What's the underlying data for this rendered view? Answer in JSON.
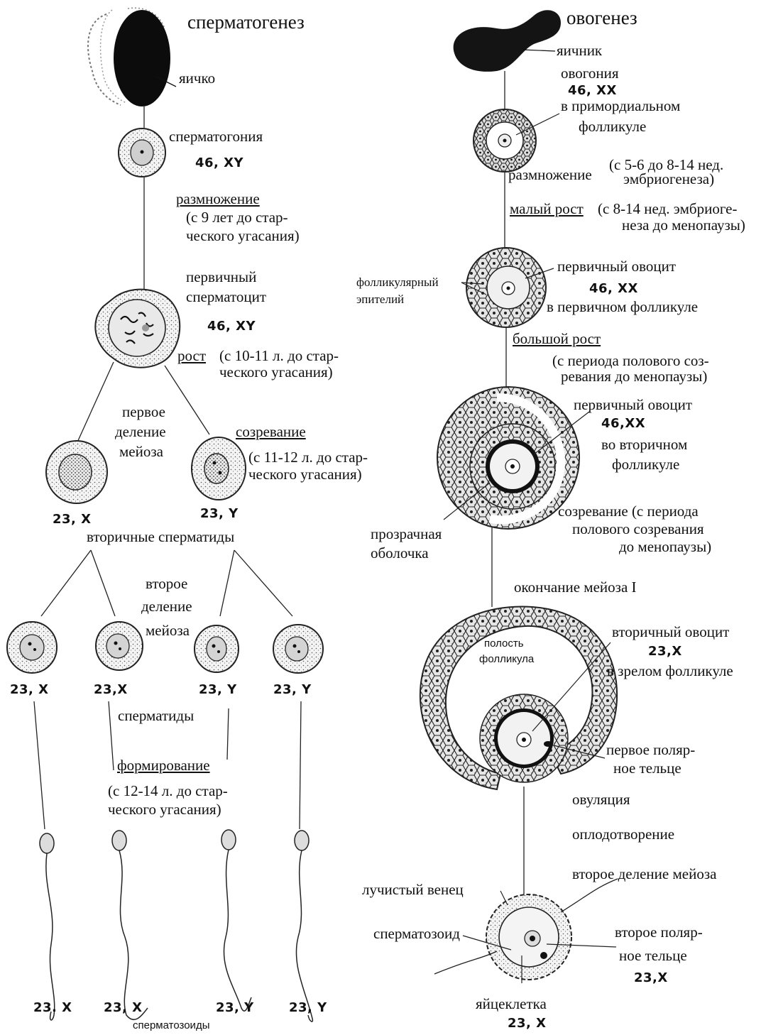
{
  "titles": {
    "left": "сперматогенез",
    "right": "овогенез"
  },
  "sperm": {
    "testis": "яичко",
    "spermatogonia": "сперматогония",
    "kar_spermatogonia": "46, XY",
    "reproduction": "размножение",
    "reproduction_note_1": "(с 9 лет до стар-",
    "reproduction_note_2": "ческого угасания)",
    "primary_1": "первичный",
    "primary_2": "сперматоцит",
    "kar_primary": "46, XY",
    "growth": "рост",
    "growth_note_1": "(с 10-11 л. до стар-",
    "growth_note_2": "ческого угасания)",
    "first_div_1": "первое",
    "first_div_2": "деление",
    "first_div_3": "мейоза",
    "maturation": "созревание",
    "maturation_note_1": "(с 11-12 л. до стар-",
    "maturation_note_2": "ческого угасания)",
    "kar_sec_x": "23, X",
    "kar_sec_y": "23, Y",
    "secondary": "вторичные сперматиды",
    "second_div_1": "второе",
    "second_div_2": "деление",
    "second_div_3": "мейоза",
    "kar_t1": "23, X",
    "kar_t2": "23,X",
    "kar_t3": "23, Y",
    "kar_t4": "23, Y",
    "spermatids": "сперматиды",
    "formation": "формирование",
    "formation_note_1": "(с 12-14 л. до стар-",
    "formation_note_2": "ческого угасания)",
    "kar_z1": "23. X",
    "kar_z2": "23, X",
    "kar_z3": "23, Y",
    "kar_z4": "23, Y",
    "spermatozoa": "сперматозоиды"
  },
  "ovo": {
    "ovary": "яичник",
    "oogonia": "овогония",
    "kar_oogonia": "46, XX",
    "primordial_1": "в примордиальном",
    "primordial_2": "фолликуле",
    "reproduction": "размножение",
    "reproduction_note_1": "(с 5-6 до 8-14 нед.",
    "reproduction_note_2": "эмбриогенеза)",
    "small_growth": "малый рост",
    "small_growth_note_1": "(с 8-14 нед. эмбриоге-",
    "small_growth_note_2": "неза до менопаузы)",
    "follicular_1": "фолликулярный",
    "follicular_2": "эпителий",
    "primary_oocyte": "первичный овоцит",
    "kar_primary": "46, XX",
    "in_primary": "в первичном фолликуле",
    "big_growth": "большой рост",
    "big_growth_note_1": "(с периода полового соз-",
    "big_growth_note_2": "ревания до менопаузы)",
    "primary_oocyte_2": "первичный овоцит",
    "kar_primary_2": "46,XX",
    "in_secondary_1": "во вторичном",
    "in_secondary_2": "фолликуле",
    "zona_1": "прозрачная",
    "zona_2": "оболочка",
    "maturation_1": "созревание (с периода",
    "maturation_2": "полового созревания",
    "maturation_3": "до менопаузы)",
    "end_meiosis": "окончание мейоза I",
    "cavity_1": "полость",
    "cavity_2": "фолликула",
    "secondary_oocyte": "вторичный овоцит",
    "kar_secondary": "23,X",
    "in_mature": "в зрелом фолликуле",
    "polar1_1": "первое поляр-",
    "polar1_2": "ное тельце",
    "ovulation": "овуляция",
    "fertilization": "оплодотворение",
    "second_div": "второе деление мейоза",
    "corona": "лучистый венец",
    "spermatozoon": "сперматозоид",
    "polar2_1": "второе поляр-",
    "polar2_2": "ное тельце",
    "kar_polar2": "23,X",
    "egg": "яйцеклетка",
    "kar_egg": "23, X"
  }
}
